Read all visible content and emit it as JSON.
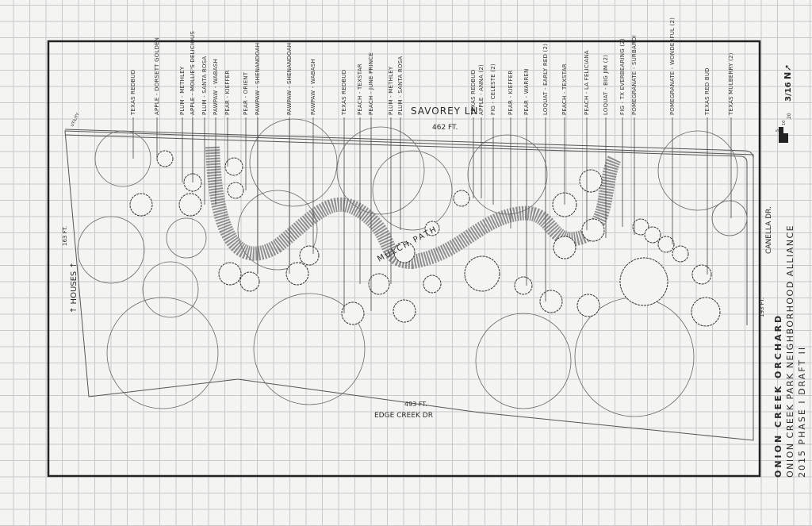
{
  "plan": {
    "title_line1": "ONION CREEK ORCHARD",
    "title_line2": "ONION CREEK PARK NEIGHBORHOOD ALLIANCE",
    "title_line3": "2015 PHASE I DRAFT II",
    "scale_fraction": "3/16",
    "scale_ticks": [
      "5",
      "10",
      "20"
    ],
    "north_label": "N",
    "streets": {
      "top": "SAVOREY LN",
      "top_length": "462 FT.",
      "bottom": "EDGE CREEK DR",
      "bottom_length": "493 FT.",
      "right": "CANELLA DR.",
      "right_length": "193 FT.",
      "left_length": "163 FT.",
      "left_note": "↑ HOUSES ↑"
    },
    "utility_label": "UTILITY",
    "path_label": "MULCH PATH",
    "tree_labels": [
      "TEXAS REDBUD",
      "APPLE - DORSETT GOLDEN",
      "PLUM - METHLEY",
      "APPLE - MOLLIE'S DELICIOUS",
      "PLUM - SANTA ROSA",
      "PAWPAW - WABASH",
      "PEAR - KIEFFER",
      "PEAR - ORIENT",
      "PAWPAW - SHENANDOAH",
      "PAWPAW - SHENANDOAH",
      "PAWPAW - WABASH",
      "TEXAS REDBUD",
      "PEACH - TEXSTAR",
      "PEACH - JUNE PRINCE",
      "PLUM - METHLEY",
      "PLUM - SANTA ROSA",
      "TEXAS REDBUD",
      "APPLE - ANNA (2)",
      "FIG - CELESTE (2)",
      "PEAR - KIEFFER",
      "PEAR - WARREN",
      "LOQUAT - EARLY RED (2)",
      "PEACH - TEXSTAR",
      "PEACH - LA FELICIANA",
      "LOQUAT - BIG JIM (2)",
      "FIG - TX EVERBEARING (2)",
      "POMEGRANATE - SURBARDI",
      "POMEGRANATE - WONDERFUL (2)",
      "TEXAS RED BUD",
      "TEXAS MULBERRY (2)"
    ]
  }
}
